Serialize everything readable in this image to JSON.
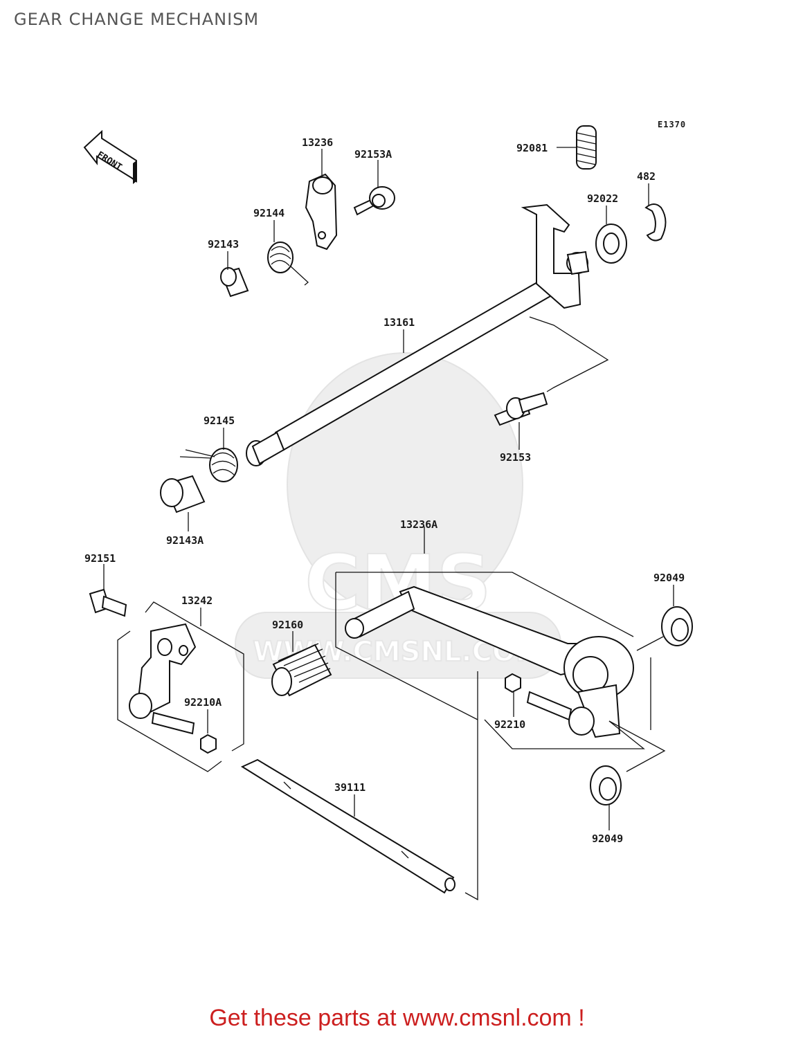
{
  "page": {
    "title": "GEAR CHANGE MECHANISM",
    "footer": "Get these parts at www.cmsnl.com !"
  },
  "diagram": {
    "diagram_code": "E1370",
    "front_arrow": "FRONT",
    "watermark": {
      "brand": "CMS",
      "url": "WWW.CMSNL.COM"
    },
    "parts": {
      "p13236": "13236",
      "p92153A": "92153A",
      "p92081": "92081",
      "p482": "482",
      "p92022": "92022",
      "p92144": "92144",
      "p92143": "92143",
      "p13161": "13161",
      "p92145": "92145",
      "p92153": "92153",
      "p92143A": "92143A",
      "p13236A": "13236A",
      "p92151": "92151",
      "p13242": "13242",
      "p92160": "92160",
      "p92049_top": "92049",
      "p92210A": "92210A",
      "p92210": "92210",
      "p39111": "39111",
      "p92049_bottom": "92049"
    }
  }
}
